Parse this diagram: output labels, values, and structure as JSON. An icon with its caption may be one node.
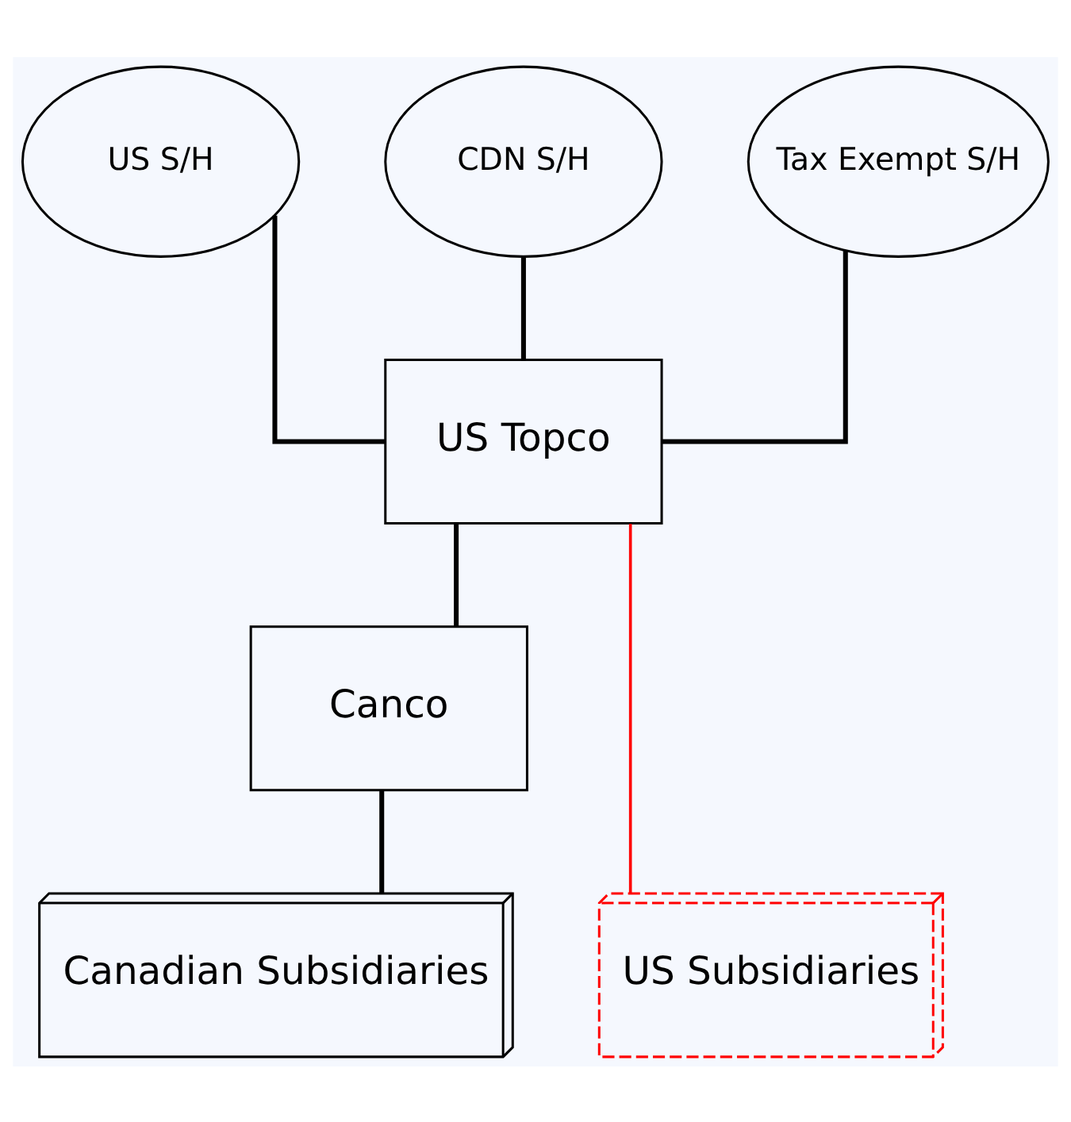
{
  "diagram": {
    "nodes": [
      {
        "text": [
          "US S/H"
        ]
      },
      {
        "text": [
          "CDN S/H"
        ]
      },
      {
        "text": [
          "Tax Exempt S/H"
        ]
      },
      {
        "text": [
          "US Topco"
        ]
      },
      {
        "text": [
          "Canco"
        ]
      },
      {
        "text": [
          "Canadian Subsidiaries"
        ]
      },
      {
        "text": [
          "US Subsidiaries"
        ]
      }
    ],
    "edges": [
      {
        "from": 0,
        "to": 3,
        "arrow": "none"
      },
      {
        "from": 1,
        "to": 3,
        "arrow": "none"
      },
      {
        "from": 2,
        "to": 3,
        "arrow": "none"
      },
      {
        "from": 3,
        "to": 4,
        "arrow": "none"
      },
      {
        "from": 4,
        "to": 5,
        "arrow": "none"
      },
      {
        "from": 3,
        "to": 6,
        "arrow": "none",
        "color": "#ff0000"
      }
    ]
  }
}
